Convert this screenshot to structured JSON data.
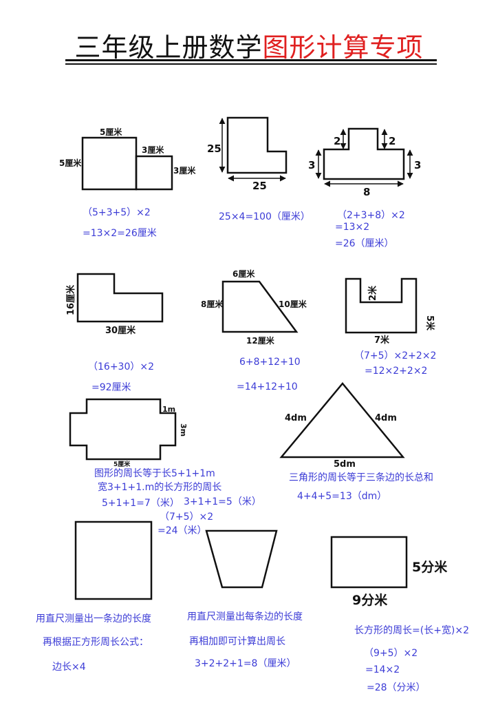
{
  "title": {
    "part1": "三年级上册数学",
    "part2": "图形计算专项"
  },
  "figures": {
    "f1": {
      "top": "5厘米",
      "left": "5厘米",
      "small_top": "3厘米",
      "small_right": "3厘米"
    },
    "f2": {
      "left": "25",
      "bottom": "25"
    },
    "f3": {
      "left_top": "2",
      "right_top": "2",
      "left": "3",
      "right": "3",
      "bottom": "8"
    },
    "f4": {
      "left": "16厘米",
      "bottom": "30厘米"
    },
    "f5": {
      "top": "6厘米",
      "left": "8厘米",
      "right": "10厘米",
      "bottom": "12厘米"
    },
    "f6": {
      "notch": "2米",
      "right": "5米",
      "bottom": "7米"
    },
    "f7": {
      "right_small": "1m",
      "right": "3m",
      "bottom": "5厘米"
    },
    "f8": {
      "left": "4dm",
      "right": "4dm",
      "bottom": "5dm"
    },
    "f11": {
      "right": "5分米",
      "bottom": "9分米"
    }
  },
  "answers": {
    "a1": [
      "（5+3+5）×2",
      "=13×2=26厘米"
    ],
    "a2": [
      "25×4=100（厘米）"
    ],
    "a3": [
      "（2+3+8）×2",
      "=13×2",
      "=26（厘米）"
    ],
    "a4": [
      "（16+30）×2",
      "=92厘米"
    ],
    "a5": [
      "6+8+12+10",
      "=14+12+10"
    ],
    "a6": [
      "（7+5）×2+2×2",
      "=12×2+2×2"
    ],
    "a7": [
      "图形的周长等于长5+1+1m",
      "宽3+1+1.m的长方形的周长",
      "5+1+1=7（米）",
      "3+1+1=5（米）",
      "（7+5）×2",
      "=24（米）"
    ],
    "a8": [
      "三角形的周长等于三条边的长总和",
      "4+4+5=13（dm）"
    ],
    "a9": [
      "用直尺测量出一条边的长度",
      "再根据正方形周长公式：",
      "边长×4"
    ],
    "a10": [
      "用直尺测量出每条边的长度",
      "再相加即可计算出周长",
      "3+2+2+1=8（厘米）"
    ],
    "a11": [
      "长方形的周长=(长+宽)×2",
      "（9+5）×2",
      "=14×2",
      "=28（分米）"
    ]
  }
}
